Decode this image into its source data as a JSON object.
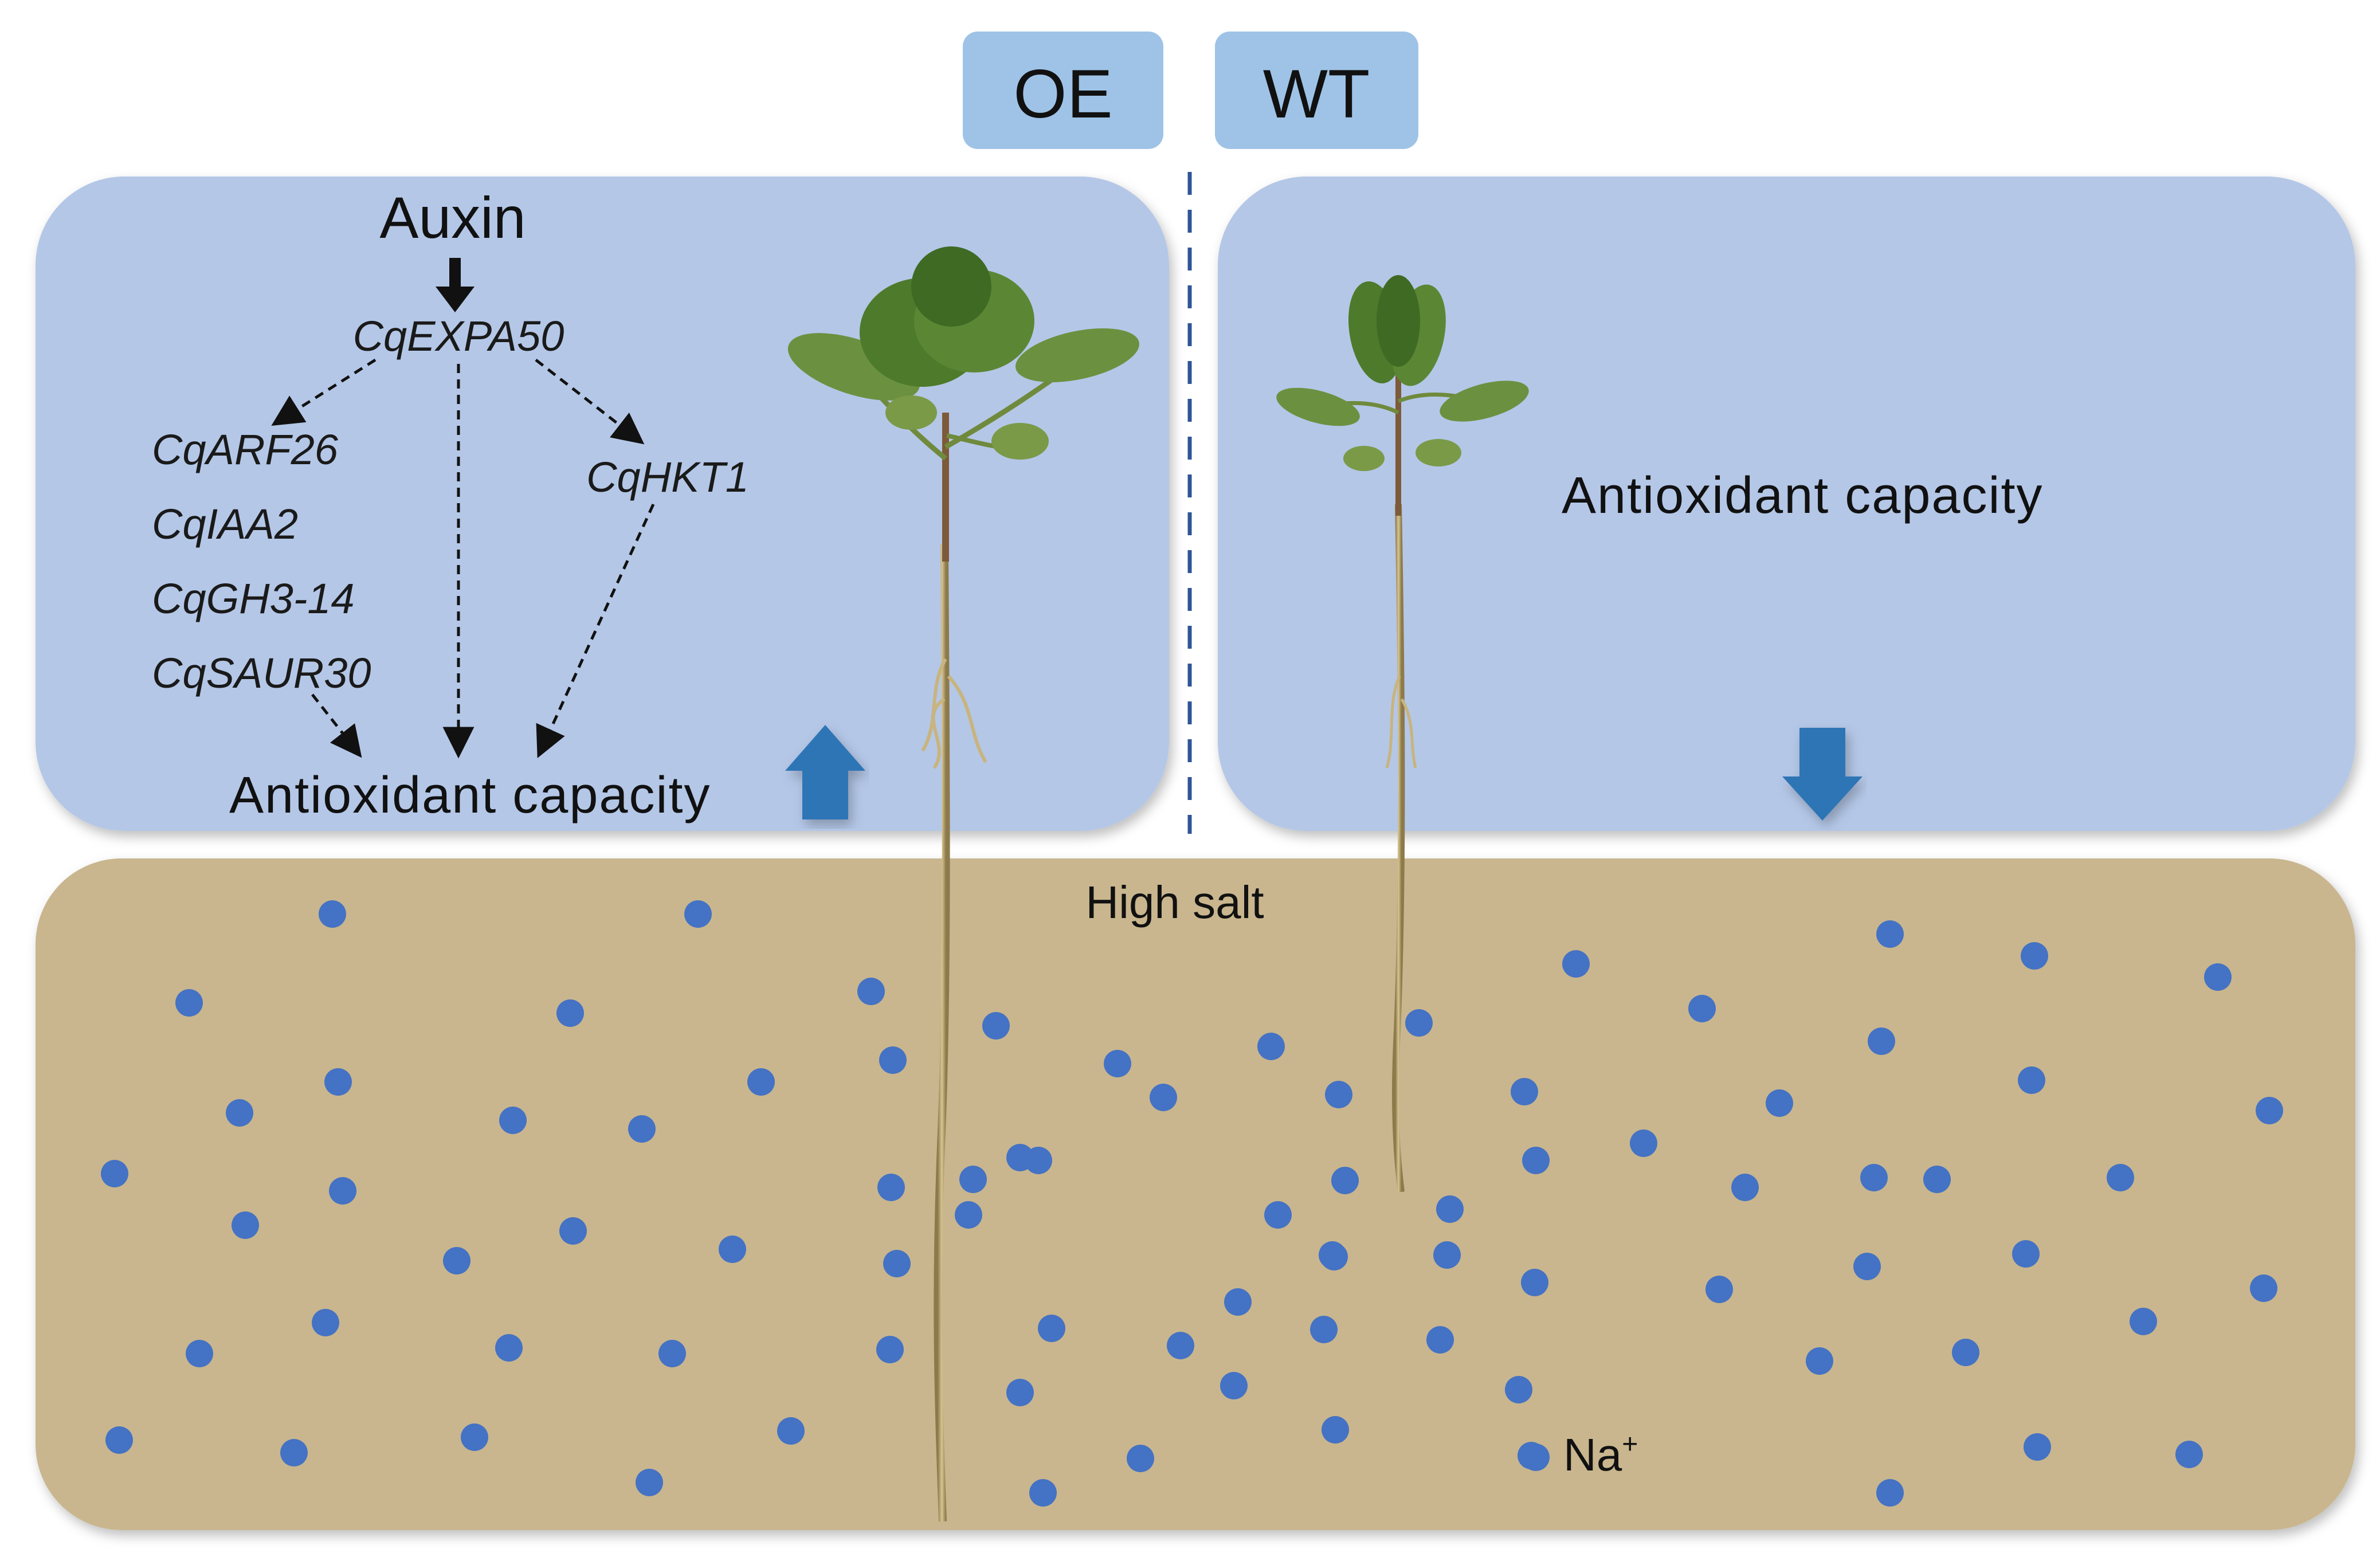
{
  "tabs": {
    "oe": "OE",
    "wt": "WT"
  },
  "oe_panel": {
    "hormone": "Auxin",
    "gene_main": "CqEXPA50",
    "genes_left": [
      "CqARF26",
      "CqIAA2",
      "CqGH3-14",
      "CqSAUR30"
    ],
    "gene_right": "CqHKT1",
    "outcome": "Antioxidant capacity",
    "trend": "up"
  },
  "wt_panel": {
    "outcome": "Antioxidant capacity",
    "trend": "down"
  },
  "soil": {
    "label": "High salt",
    "ion_label": "Na",
    "ion_charge": "+"
  },
  "colors": {
    "tab_fill": "#9ec3e6",
    "panel_fill": "#b4c7e7",
    "soil_fill": "#c9b68e",
    "ion_fill": "#4472c4",
    "arrow_blue": "#2e75b6",
    "divider": "#2f5597",
    "plant_leaf": "#5a7d34",
    "plant_stem": "#b8a06a"
  },
  "icons": {
    "up_arrow": "up-arrow-icon",
    "down_arrow": "down-arrow-icon",
    "plant": "plant-icon"
  }
}
